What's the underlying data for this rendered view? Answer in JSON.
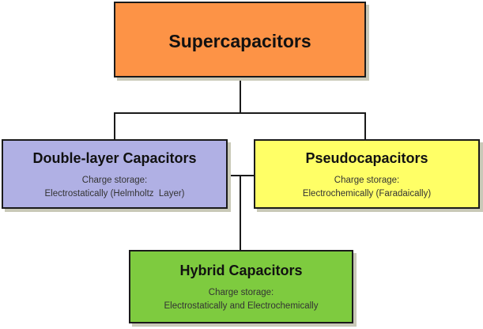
{
  "root": {
    "title": "Supercapacitors",
    "color": "#fd9346"
  },
  "nodes": [
    {
      "title": "Double-layer Capacitors",
      "label": "Charge storage:",
      "detail": "Electrostatically (Helmholtz  Layer)",
      "color": "#b0b0e4"
    },
    {
      "title": "Pseudocapacitors",
      "label": "Charge storage:",
      "detail": "Electrochemically (Faradaically)",
      "color": "#ffff66"
    },
    {
      "title": "Hybrid Capacitors",
      "label": "Charge storage:",
      "detail": "Electrostatically and Electrochemically",
      "color": "#7ecb3f"
    }
  ]
}
